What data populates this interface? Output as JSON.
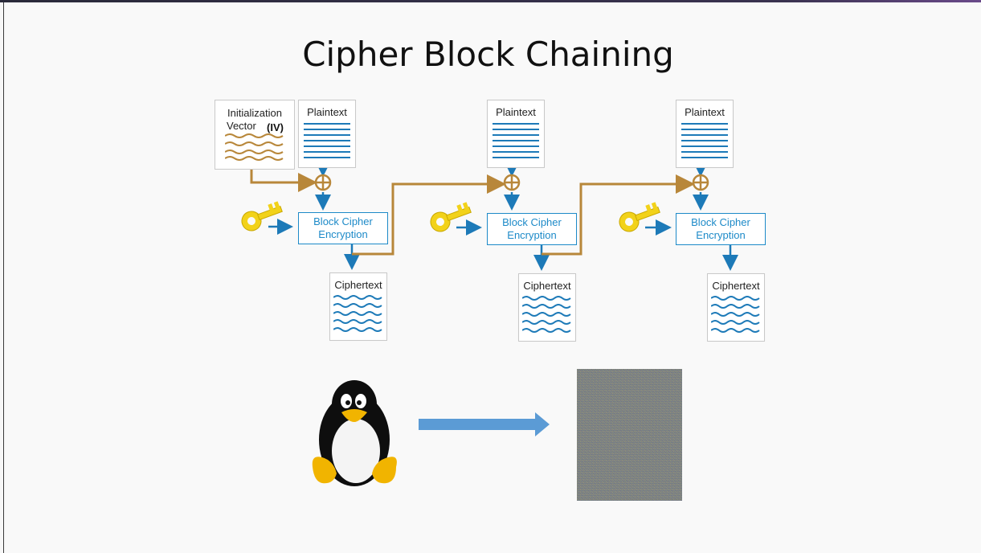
{
  "slide": {
    "title": "Cipher Block Chaining"
  },
  "iv": {
    "line1": "Initialization",
    "line2": "Vector",
    "abbr": "(IV)"
  },
  "stages": [
    {
      "plaintext": "Plaintext",
      "encryption": "Block Cipher Encryption",
      "ciphertext": "Ciphertext"
    },
    {
      "plaintext": "Plaintext",
      "encryption": "Block Cipher Encryption",
      "ciphertext": "Ciphertext"
    },
    {
      "plaintext": "Plaintext",
      "encryption": "Block Cipher Encryption",
      "ciphertext": "Ciphertext"
    }
  ],
  "colors": {
    "blue": "#1d7ab8",
    "gold": "#b8873a",
    "key": "#f2d21a",
    "big_arrow": "#5b9bd5"
  },
  "icons": [
    "key-icon",
    "xor-icon",
    "penguin-icon"
  ]
}
